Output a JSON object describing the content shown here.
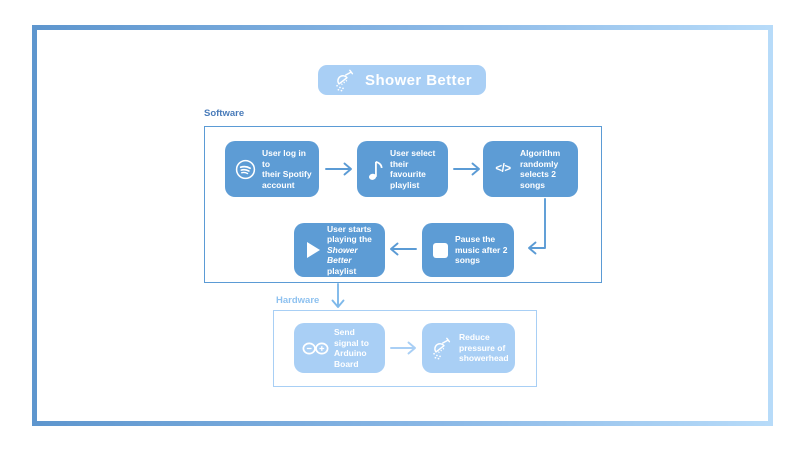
{
  "title": {
    "label": "Shower Better",
    "icon": "shower-icon"
  },
  "colors": {
    "node_primary": "#5d9cd5",
    "node_light": "#a9cff5",
    "software_border": "#5b9bd5",
    "software_label": "#4a7cba",
    "hardware_border": "#a8cff5",
    "hardware_label": "#8fc2f0",
    "frame_gradient_left": "#5e96ce",
    "frame_gradient_right": "#b7dbf9",
    "text": "#ffffff"
  },
  "software": {
    "label": "Software",
    "boxes": [
      {
        "id": "spotify",
        "icon": "spotify-icon",
        "lines": [
          "User log in to",
          "their Spotify",
          "account"
        ]
      },
      {
        "id": "playlist",
        "icon": "music-note-icon",
        "lines": [
          "User select",
          "their favourite",
          "playlist"
        ]
      },
      {
        "id": "algorithm",
        "icon": "code-icon",
        "code_glyph": "</>",
        "lines": [
          "Algorithm",
          "randomly",
          "selects 2 songs"
        ]
      },
      {
        "id": "play",
        "icon": "play-icon",
        "lines": [
          "User starts",
          "playing the",
          {
            "text": "Shower Better",
            "italic": true
          },
          "playlist"
        ]
      },
      {
        "id": "pause",
        "icon": "stop-icon",
        "lines": [
          "Pause the",
          "music after 2",
          "songs"
        ]
      }
    ]
  },
  "hardware": {
    "label": "Hardware",
    "boxes": [
      {
        "id": "arduino",
        "icon": "arduino-icon",
        "lines": [
          "Send signal to",
          "Arduino Board"
        ]
      },
      {
        "id": "shower",
        "icon": "shower-icon",
        "lines": [
          "Reduce",
          "pressure of",
          "showerhead"
        ]
      }
    ]
  }
}
